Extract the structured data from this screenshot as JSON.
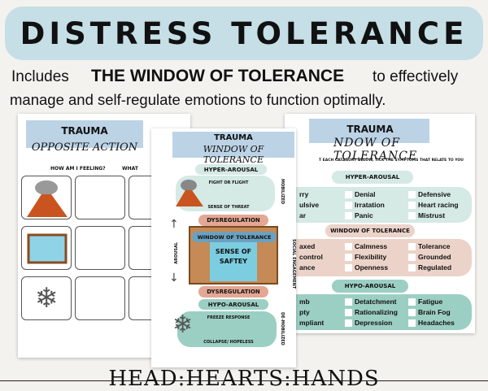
{
  "title": "DISTRESS TOLERANCE",
  "subtitle": {
    "before": "Includes",
    "highlight": "THE WINDOW OF TOLERANCE",
    "after": "to effectively",
    "line2": "manage and self-regulate emotions to function optimally."
  },
  "left_sheet": {
    "title": "TRAUMA",
    "subtitle": "OPPOSITE ACTION",
    "col1": "HOW AM I FEELING?",
    "col2": "WHAT",
    "icons": [
      "volcano-icon",
      "window-icon",
      "snowflake-icon"
    ]
  },
  "middle_sheet": {
    "title": "TRAUMA",
    "subtitle": "WINDOW OF TOLERANCE",
    "hyper": "HYPER-AROUSAL",
    "fight": "FIGHT OR FLIGHT",
    "threat": "SENSE OF THREAT",
    "mobilized": "MOBILIZED",
    "dys1": "DYSREGULATION",
    "window": "WINDOW OF TOLERANCE",
    "safety": "SENSE OF SAFTEY",
    "arousal": "AROUSAL",
    "social": "SOCIAL ENGAGEMENT",
    "dys2": "DYSREGULATION",
    "hypo": "HYPO-AROUSAL",
    "freeze": "FREEZE RESPONSE",
    "collapse": "COLLAPSE/ HOPELESS",
    "demobilized": "DE-MOBILIZED"
  },
  "right_sheet": {
    "title": "TRAUMA",
    "subtitle": "NDOW OF TOLERANCE",
    "instruction": "T EACH CATAGORY BELOW, TICK THE SYMPTOMS THAT RELATE TO YOU",
    "groups": [
      {
        "label": "HYPER-AROUSAL",
        "partial": [
          "rry",
          "ulsive",
          "ar"
        ],
        "col2": [
          "Denial",
          "Irratation",
          "Panic"
        ],
        "col3": [
          "Defensive",
          "Heart racing",
          "Mistrust"
        ]
      },
      {
        "label": "WINDOW OF TOLERANCE",
        "partial": [
          "axed",
          "control",
          "ance"
        ],
        "col2": [
          "Calmness",
          "Flexibility",
          "Openness"
        ],
        "col3": [
          "Tolerance",
          "Grounded",
          "Regulated"
        ]
      },
      {
        "label": "HYPO-AROUSAL",
        "partial": [
          "mb",
          "pty",
          "mpliant"
        ],
        "col2": [
          "Detatchment",
          "Rationalizing",
          "Depression"
        ],
        "col3": [
          "Fatigue",
          "Brain Fog",
          "Headaches"
        ]
      }
    ]
  },
  "footer": "HEAD:HEARTS:HANDS",
  "colors": {
    "title_bar": "#c6dfe6",
    "background": "#f4f2ee",
    "mint": "#d5e9e5",
    "rose": "#e4a794",
    "teal": "#9ccfc3"
  }
}
